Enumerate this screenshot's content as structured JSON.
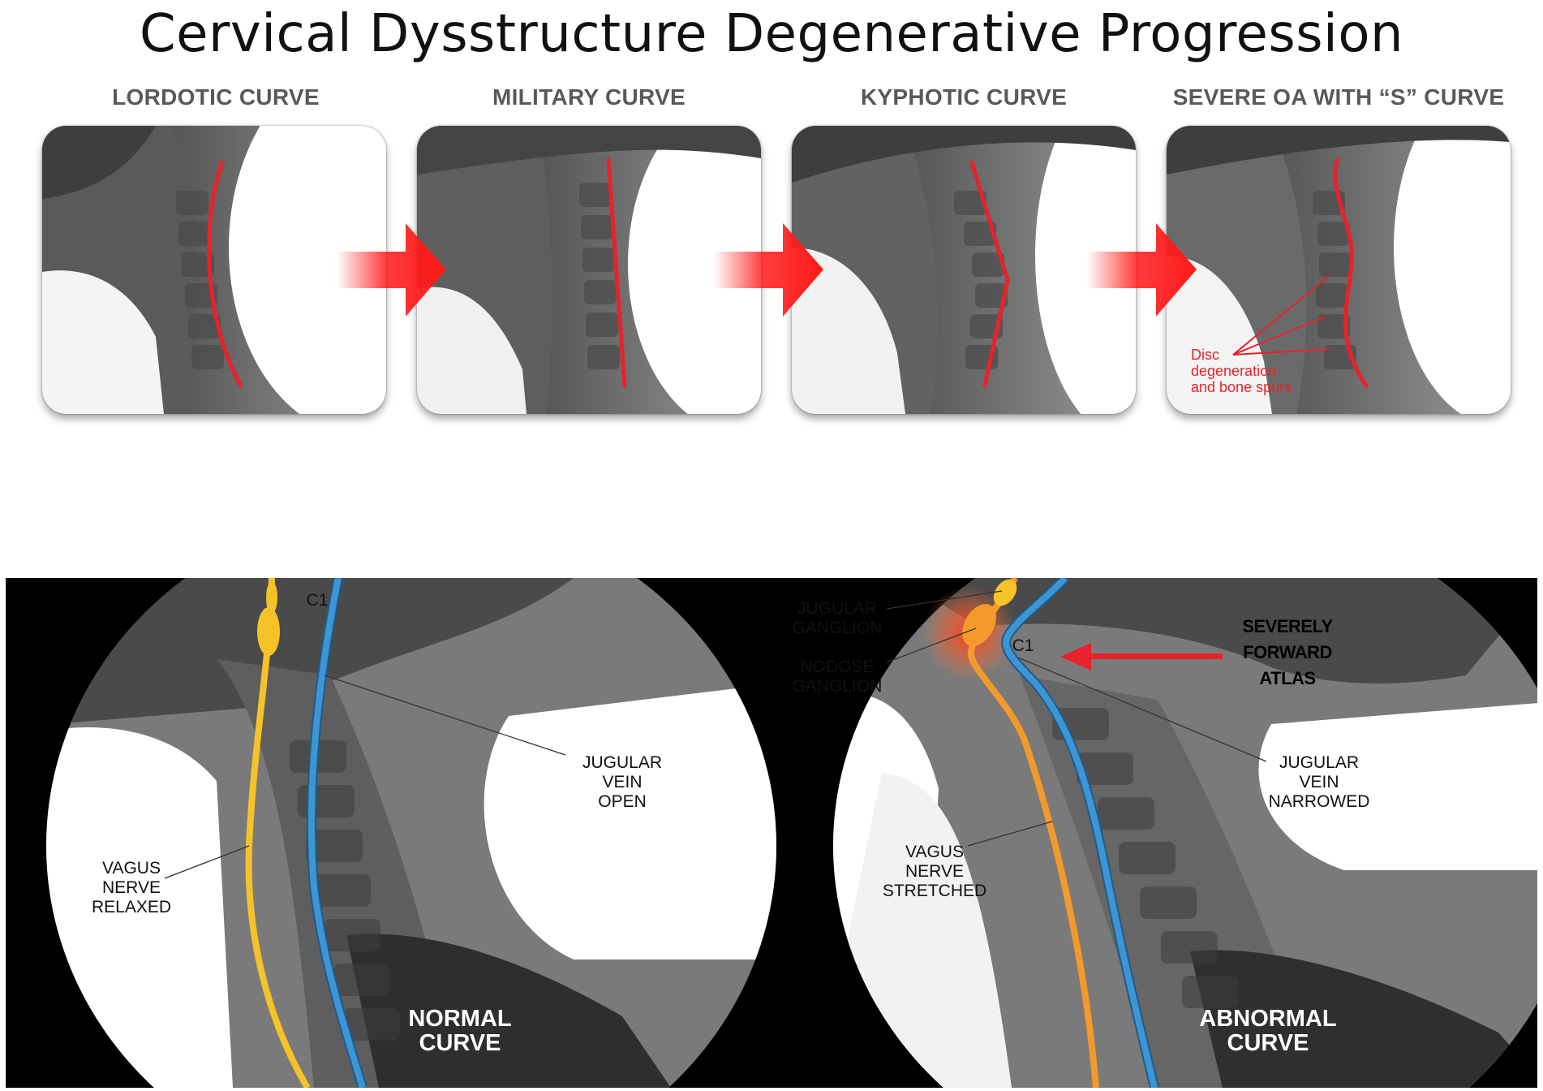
{
  "title": "Cervical Dysstructure Degenerative Progression",
  "stages": [
    {
      "label": "LORDOTIC CURVE"
    },
    {
      "label": "MILITARY CURVE"
    },
    {
      "label": "KYPHOTIC CURVE"
    },
    {
      "label": "SEVERE OA WITH “S” CURVE"
    }
  ],
  "stage4_annotation": [
    "Disc",
    "degeneration",
    "and bone spurs"
  ],
  "normal": {
    "c1": "C1",
    "vein_label": [
      "JUGULAR",
      "VEIN",
      "OPEN"
    ],
    "nerve_label": [
      "VAGUS",
      "NERVE",
      "RELAXED"
    ],
    "curve_label": [
      "NORMAL",
      "CURVE"
    ]
  },
  "abnormal": {
    "c1": "C1",
    "jugular_ganglion": [
      "JUGULAR",
      "GANGLION"
    ],
    "nodose_ganglion": [
      "NODOSE",
      "GANGLION"
    ],
    "warning": [
      "SEVERELY",
      "FORWARD",
      "ATLAS"
    ],
    "vein_label": [
      "JUGULAR",
      "VEIN",
      "NARROWED"
    ],
    "nerve_label": [
      "VAGUS",
      "NERVE",
      "STRETCHED"
    ],
    "curve_label": [
      "ABNORMAL",
      "CURVE"
    ]
  },
  "colors": {
    "spine_line": "#e8222a",
    "arrow": "#ff1a1a",
    "vagus_normal": "#f6c22a",
    "vagus_abnormal": "#f39a2b",
    "jugular_vein": "#3d95d3",
    "warning_arrow": "#e8222a"
  }
}
